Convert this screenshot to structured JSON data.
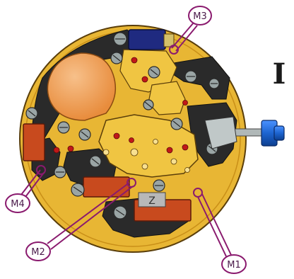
{
  "diagram": {
    "position_marker": "I",
    "callouts": [
      {
        "id": "M1",
        "label": "M1"
      },
      {
        "id": "M2",
        "label": "M2"
      },
      {
        "id": "M3",
        "label": "M3"
      },
      {
        "id": "M4",
        "label": "M4"
      }
    ],
    "component_letter": "Z",
    "colors": {
      "plate": "#e8b634",
      "plate_dark": "#c98f18",
      "bridge": "#2a2a2a",
      "battery": "#f2a45c",
      "coil": "#c84a1e",
      "crown": "#1f6bd6",
      "callout": "#8a1a6e",
      "screw": "#9aa5a5",
      "jewel": "#c01818"
    }
  }
}
